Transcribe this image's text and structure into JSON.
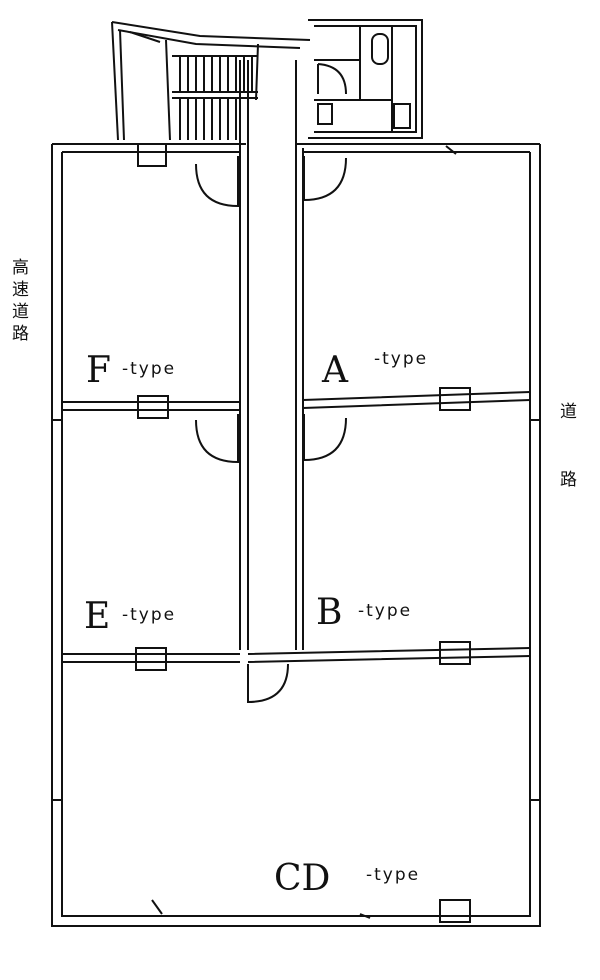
{
  "rooms": {
    "F": {
      "letter": "F",
      "suffix": "-type"
    },
    "A": {
      "letter": "A",
      "suffix": "-type"
    },
    "E": {
      "letter": "E",
      "suffix": "-type"
    },
    "B": {
      "letter": "B",
      "suffix": "-type"
    },
    "CD": {
      "letter": "CD",
      "suffix": "-type"
    }
  },
  "labels": {
    "expressway": [
      "高",
      "速",
      "道",
      "路"
    ],
    "road": [
      "道",
      "路"
    ]
  }
}
